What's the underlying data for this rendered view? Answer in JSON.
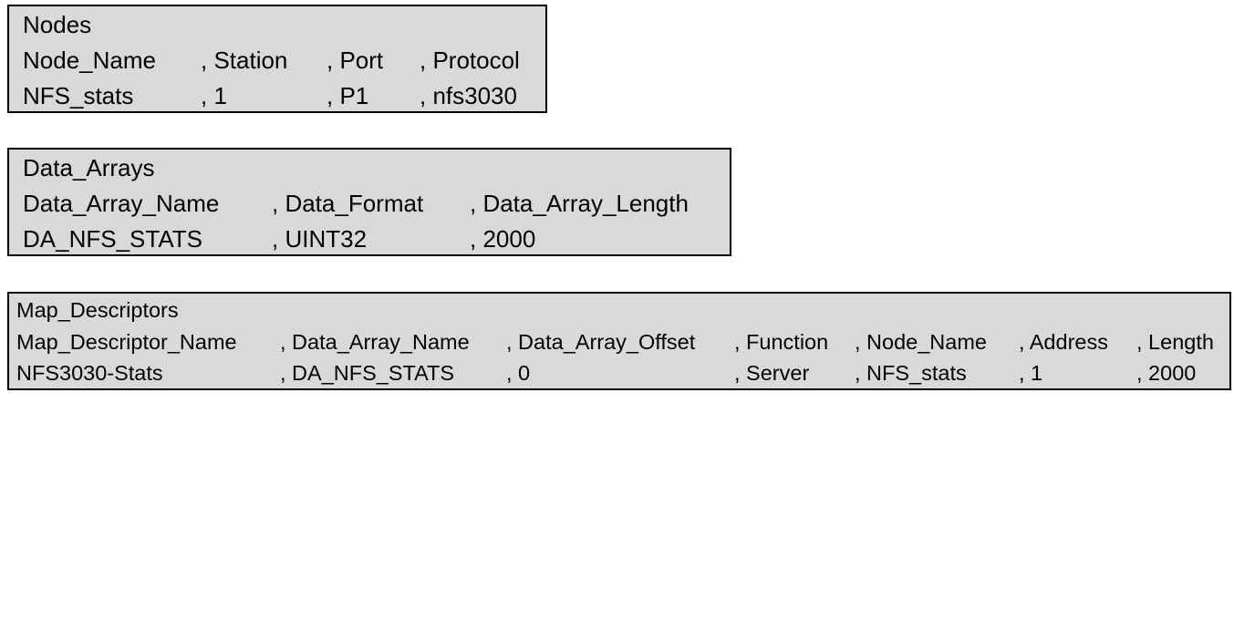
{
  "nodes": {
    "title": "Nodes",
    "header": [
      "Node_Name",
      ", Station",
      ", Port",
      ", Protocol"
    ],
    "row": [
      "NFS_stats",
      ", 1",
      ", P1",
      ", nfs3030"
    ]
  },
  "data_arrays": {
    "title": "Data_Arrays",
    "header": [
      "Data_Array_Name",
      ", Data_Format",
      ", Data_Array_Length"
    ],
    "row": [
      "DA_NFS_STATS",
      ", UINT32",
      ", 2000"
    ]
  },
  "map_descriptors": {
    "title": "Map_Descriptors",
    "header": [
      "Map_Descriptor_Name",
      ", Data_Array_Name",
      ", Data_Array_Offset",
      ", Function",
      ", Node_Name",
      ", Address",
      ", Length"
    ],
    "row": [
      "NFS3030-Stats",
      ", DA_NFS_STATS",
      ", 0",
      ", Server",
      ", NFS_stats",
      ", 1",
      ", 2000"
    ]
  }
}
